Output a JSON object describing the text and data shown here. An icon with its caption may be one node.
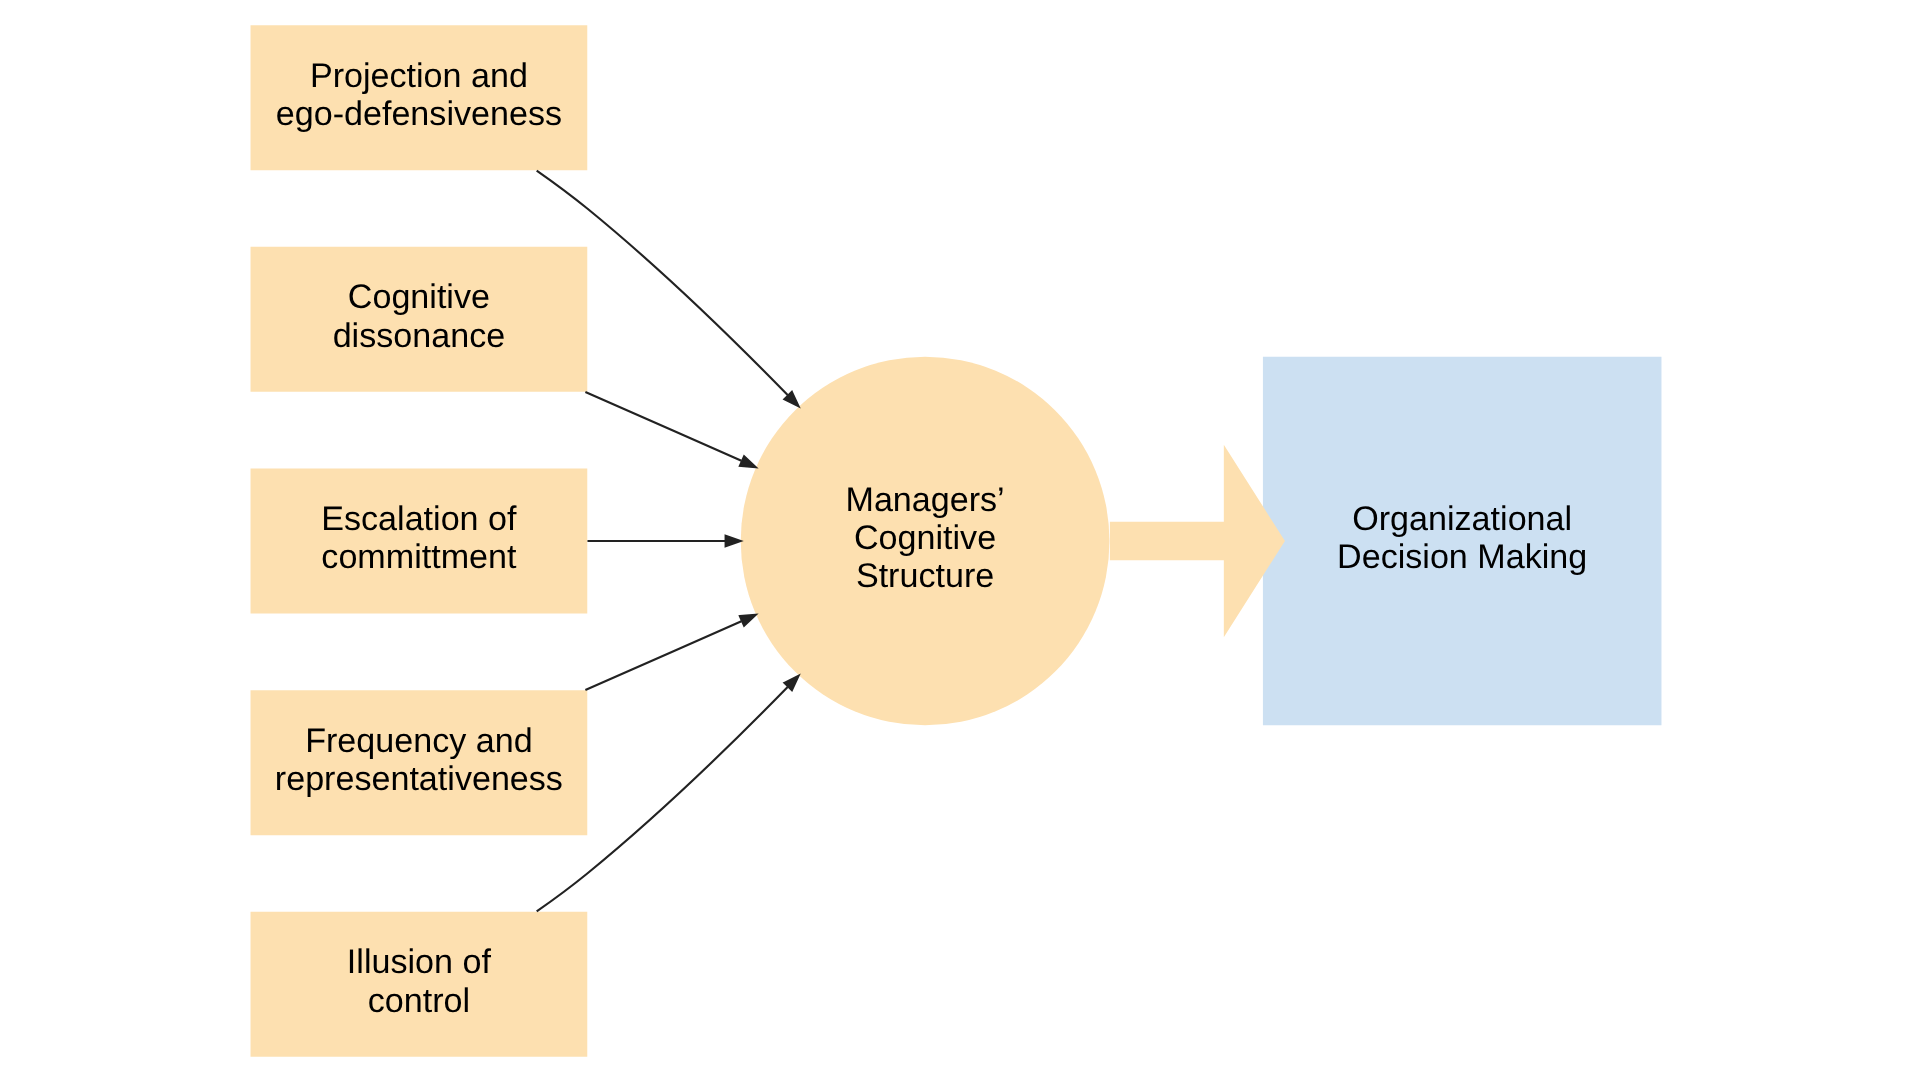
{
  "diagram": {
    "nodes": [
      {
        "text": [
          "Projection and ego-defensiveness"
        ]
      },
      {
        "text": [
          "Cognitive dissonance"
        ]
      },
      {
        "text": [
          "Escalation of committment"
        ]
      },
      {
        "text": [
          "Managers’ Cognitive Structure"
        ]
      },
      {
        "text": [
          "Organizational Decision Making"
        ]
      },
      {
        "text": [
          "Frequency and representativeness"
        ]
      },
      {
        "text": [
          "Illusion of control"
        ]
      }
    ],
    "edges": [
      {
        "from": 0,
        "to": 3,
        "arrow": "to"
      },
      {
        "from": 1,
        "to": 3,
        "arrow": "to"
      },
      {
        "from": 2,
        "to": 3,
        "arrow": "to"
      },
      {
        "from": 5,
        "to": 3,
        "arrow": "to"
      },
      {
        "from": 6,
        "to": 3,
        "arrow": "to"
      },
      {
        "from": 3,
        "to": 4,
        "arrow": "to",
        "style": "thick",
        "color": "#fde0b0"
      }
    ]
  }
}
